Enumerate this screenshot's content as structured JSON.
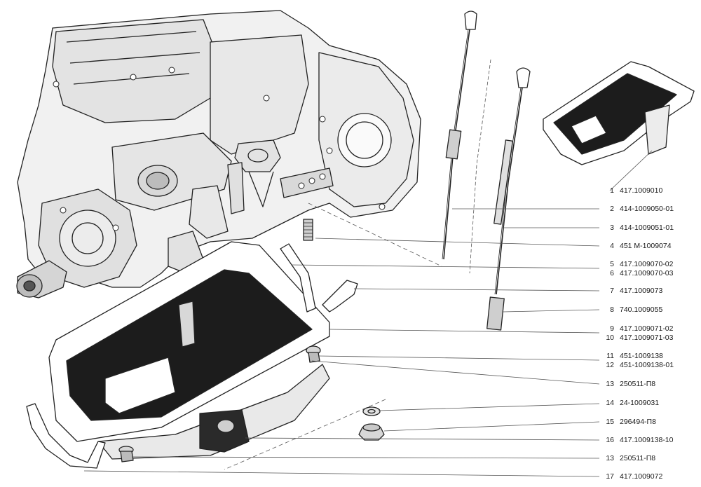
{
  "parts": [
    {
      "num": "1",
      "code": "417.1009010"
    },
    {
      "num": "2",
      "code": "414-1009050-01"
    },
    {
      "num": "3",
      "code": "414-1009051-01"
    },
    {
      "num": "4",
      "code": "451 M-1009074"
    },
    {
      "num": "5",
      "code": "417.1009070-02"
    },
    {
      "num": "6",
      "code": "417.1009070-03"
    },
    {
      "num": "7",
      "code": "417.1009073"
    },
    {
      "num": "8",
      "code": "740.1009055"
    },
    {
      "num": "9",
      "code": "417.1009071-02"
    },
    {
      "num": "10",
      "code": "417.1009071-03"
    },
    {
      "num": "11",
      "code": "451-1009138"
    },
    {
      "num": "12",
      "code": "451-1009138-01"
    },
    {
      "num": "13",
      "code": "250511-П8"
    },
    {
      "num": "14",
      "code": "24-1009031"
    },
    {
      "num": "15",
      "code": "296494-П8"
    },
    {
      "num": "16",
      "code": "417.1009138-10"
    },
    {
      "num": "13",
      "code": "250511-П8"
    },
    {
      "num": "17",
      "code": "417.1009072"
    }
  ]
}
